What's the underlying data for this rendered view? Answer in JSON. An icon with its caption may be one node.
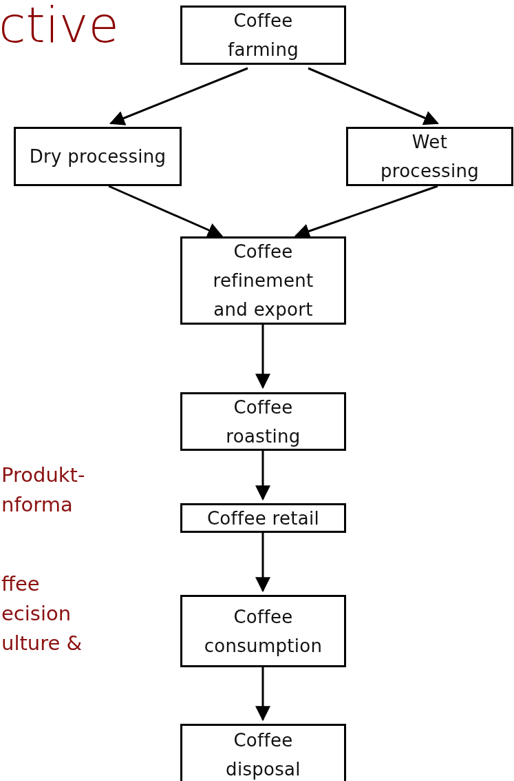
{
  "diagram": {
    "title": "ctive",
    "nodes": [
      {
        "text": [
          "Coffee farming"
        ]
      },
      {
        "text": [
          "Dry processing"
        ]
      },
      {
        "text": [
          "Wet processing"
        ]
      },
      {
        "text": [
          "Coffee refinement and export"
        ]
      },
      {
        "text": [
          "Coffee roasting"
        ]
      },
      {
        "text": [
          "Coffee retail"
        ]
      },
      {
        "text": [
          "Coffee consumption"
        ]
      },
      {
        "text": [
          "Coffee disposal"
        ]
      }
    ],
    "edges": [
      {
        "from": 0,
        "to": 1,
        "arrow": "to"
      },
      {
        "from": 0,
        "to": 2,
        "arrow": "to"
      },
      {
        "from": 1,
        "to": 3,
        "arrow": "to"
      },
      {
        "from": 2,
        "to": 3,
        "arrow": "to"
      },
      {
        "from": 3,
        "to": 4,
        "arrow": "to"
      },
      {
        "from": 4,
        "to": 5,
        "arrow": "to"
      },
      {
        "from": 5,
        "to": 6,
        "arrow": "to"
      },
      {
        "from": 6,
        "to": 7,
        "arrow": "to"
      }
    ],
    "labels": [
      "Produkt- nforma",
      "ffee ecision ulture &"
    ]
  }
}
